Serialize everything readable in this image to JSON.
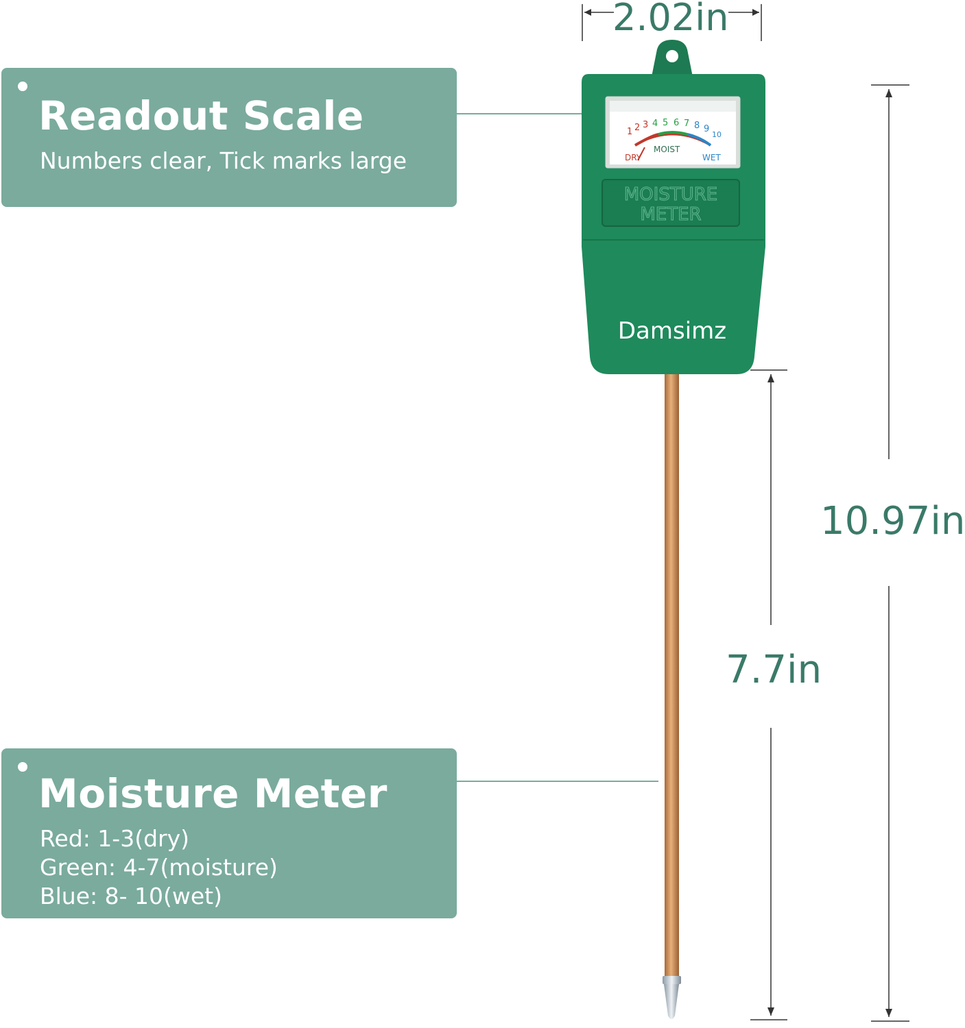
{
  "callouts": {
    "readout": {
      "title": "Readout Scale",
      "lines": [
        "Numbers clear, Tick marks large"
      ]
    },
    "moisture": {
      "title": "Moisture Meter",
      "lines": [
        "Red: 1-3(dry)",
        "Green: 4-7(moisture)",
        "Blue: 8- 10(wet)"
      ]
    }
  },
  "dimensions": {
    "width": "2.02in",
    "total_length": "10.97in",
    "probe_length": "7.7in"
  },
  "device": {
    "brand": "Damsimz",
    "label_line1": "MOISTURE",
    "label_line2": "METER",
    "gauge": {
      "numbers": [
        "1",
        "2",
        "3",
        "4",
        "5",
        "6",
        "7",
        "8",
        "9",
        "10"
      ],
      "dry": "DRY",
      "moist": "MOIST",
      "wet": "WET"
    }
  },
  "colors": {
    "card": "#7aab9d",
    "dimension_text": "#3a7a68",
    "body_green": "#1f8a5c",
    "dry": "#c0392b",
    "moist": "#27a045",
    "wet": "#2a86c8",
    "probe": "#c9874a"
  }
}
